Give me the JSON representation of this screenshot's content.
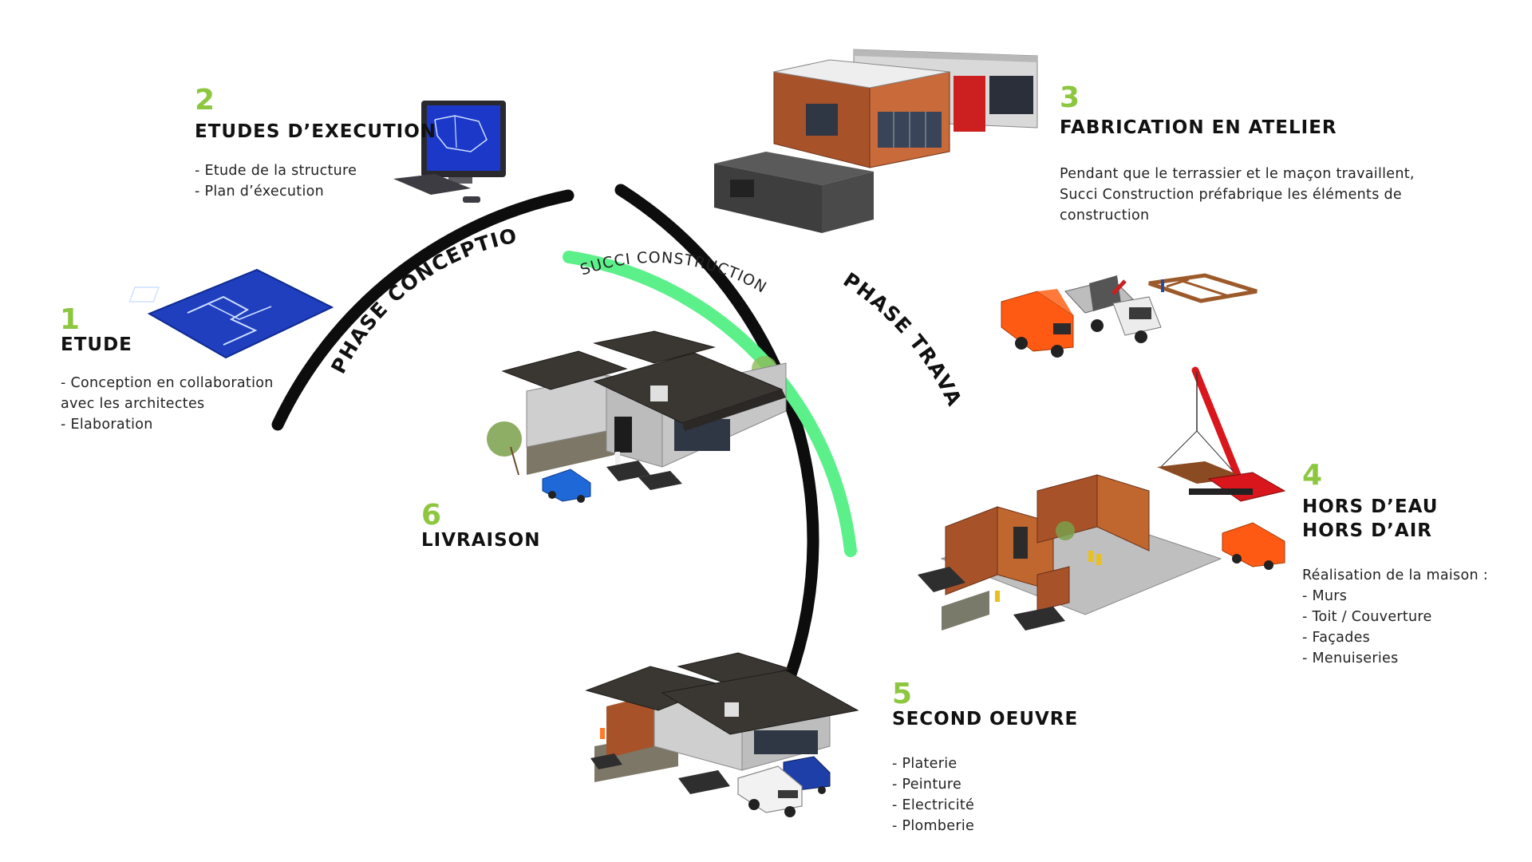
{
  "colors": {
    "step_number": "#8dc63f",
    "arc_dark": "#0d0d0d",
    "arc_green": "#5cf08a",
    "brick": "#a8522a",
    "plan_blue": "#1f3fbf",
    "roof_dark": "#3a3632",
    "van_orange": "#ff5a14",
    "crane_red": "#d8161c"
  },
  "phases": {
    "conception": "PHASE CONCEPTION",
    "travaux": "PHASE TRAVAUX",
    "company": "SUCCI CONSTRUCTION"
  },
  "steps": [
    {
      "number": "1",
      "title_lines": [
        "ETUDE"
      ],
      "bullets": [
        "- Conception en collaboration",
        "avec les architectes",
        "- Elaboration"
      ]
    },
    {
      "number": "2",
      "title_lines": [
        "ETUDES D’EXECUTION"
      ],
      "bullets": [
        "- Etude de la structure",
        "- Plan d’éxecution"
      ]
    },
    {
      "number": "3",
      "title_lines": [
        "FABRICATION EN ATELIER"
      ],
      "bullets": [
        "Pendant que le terrassier et le maçon travaillent,",
        "Succi Construction préfabrique les éléments de",
        "construction"
      ]
    },
    {
      "number": "4",
      "title_lines": [
        "HORS D’EAU",
        "HORS D’AIR"
      ],
      "bullets": [
        "Réalisation de la maison :",
        "- Murs",
        "- Toit / Couverture",
        "- Façades",
        "- Menuiseries"
      ]
    },
    {
      "number": "5",
      "title_lines": [
        "SECOND OEUVRE"
      ],
      "bullets": [
        "- Platerie",
        "- Peinture",
        "- Electricité",
        "- Plomberie"
      ]
    },
    {
      "number": "6",
      "title_lines": [
        "LIVRAISON"
      ],
      "bullets": []
    }
  ],
  "icons": {
    "step1": "blueprint-plan-icon",
    "step2": "desktop-computer-icon",
    "step3a": "workshop-building-icon",
    "step3b": "delivery-trucks-icon",
    "step4": "crane-house-frame-icon",
    "step5": "house-with-cars-icon",
    "step6": "finished-house-icon"
  }
}
